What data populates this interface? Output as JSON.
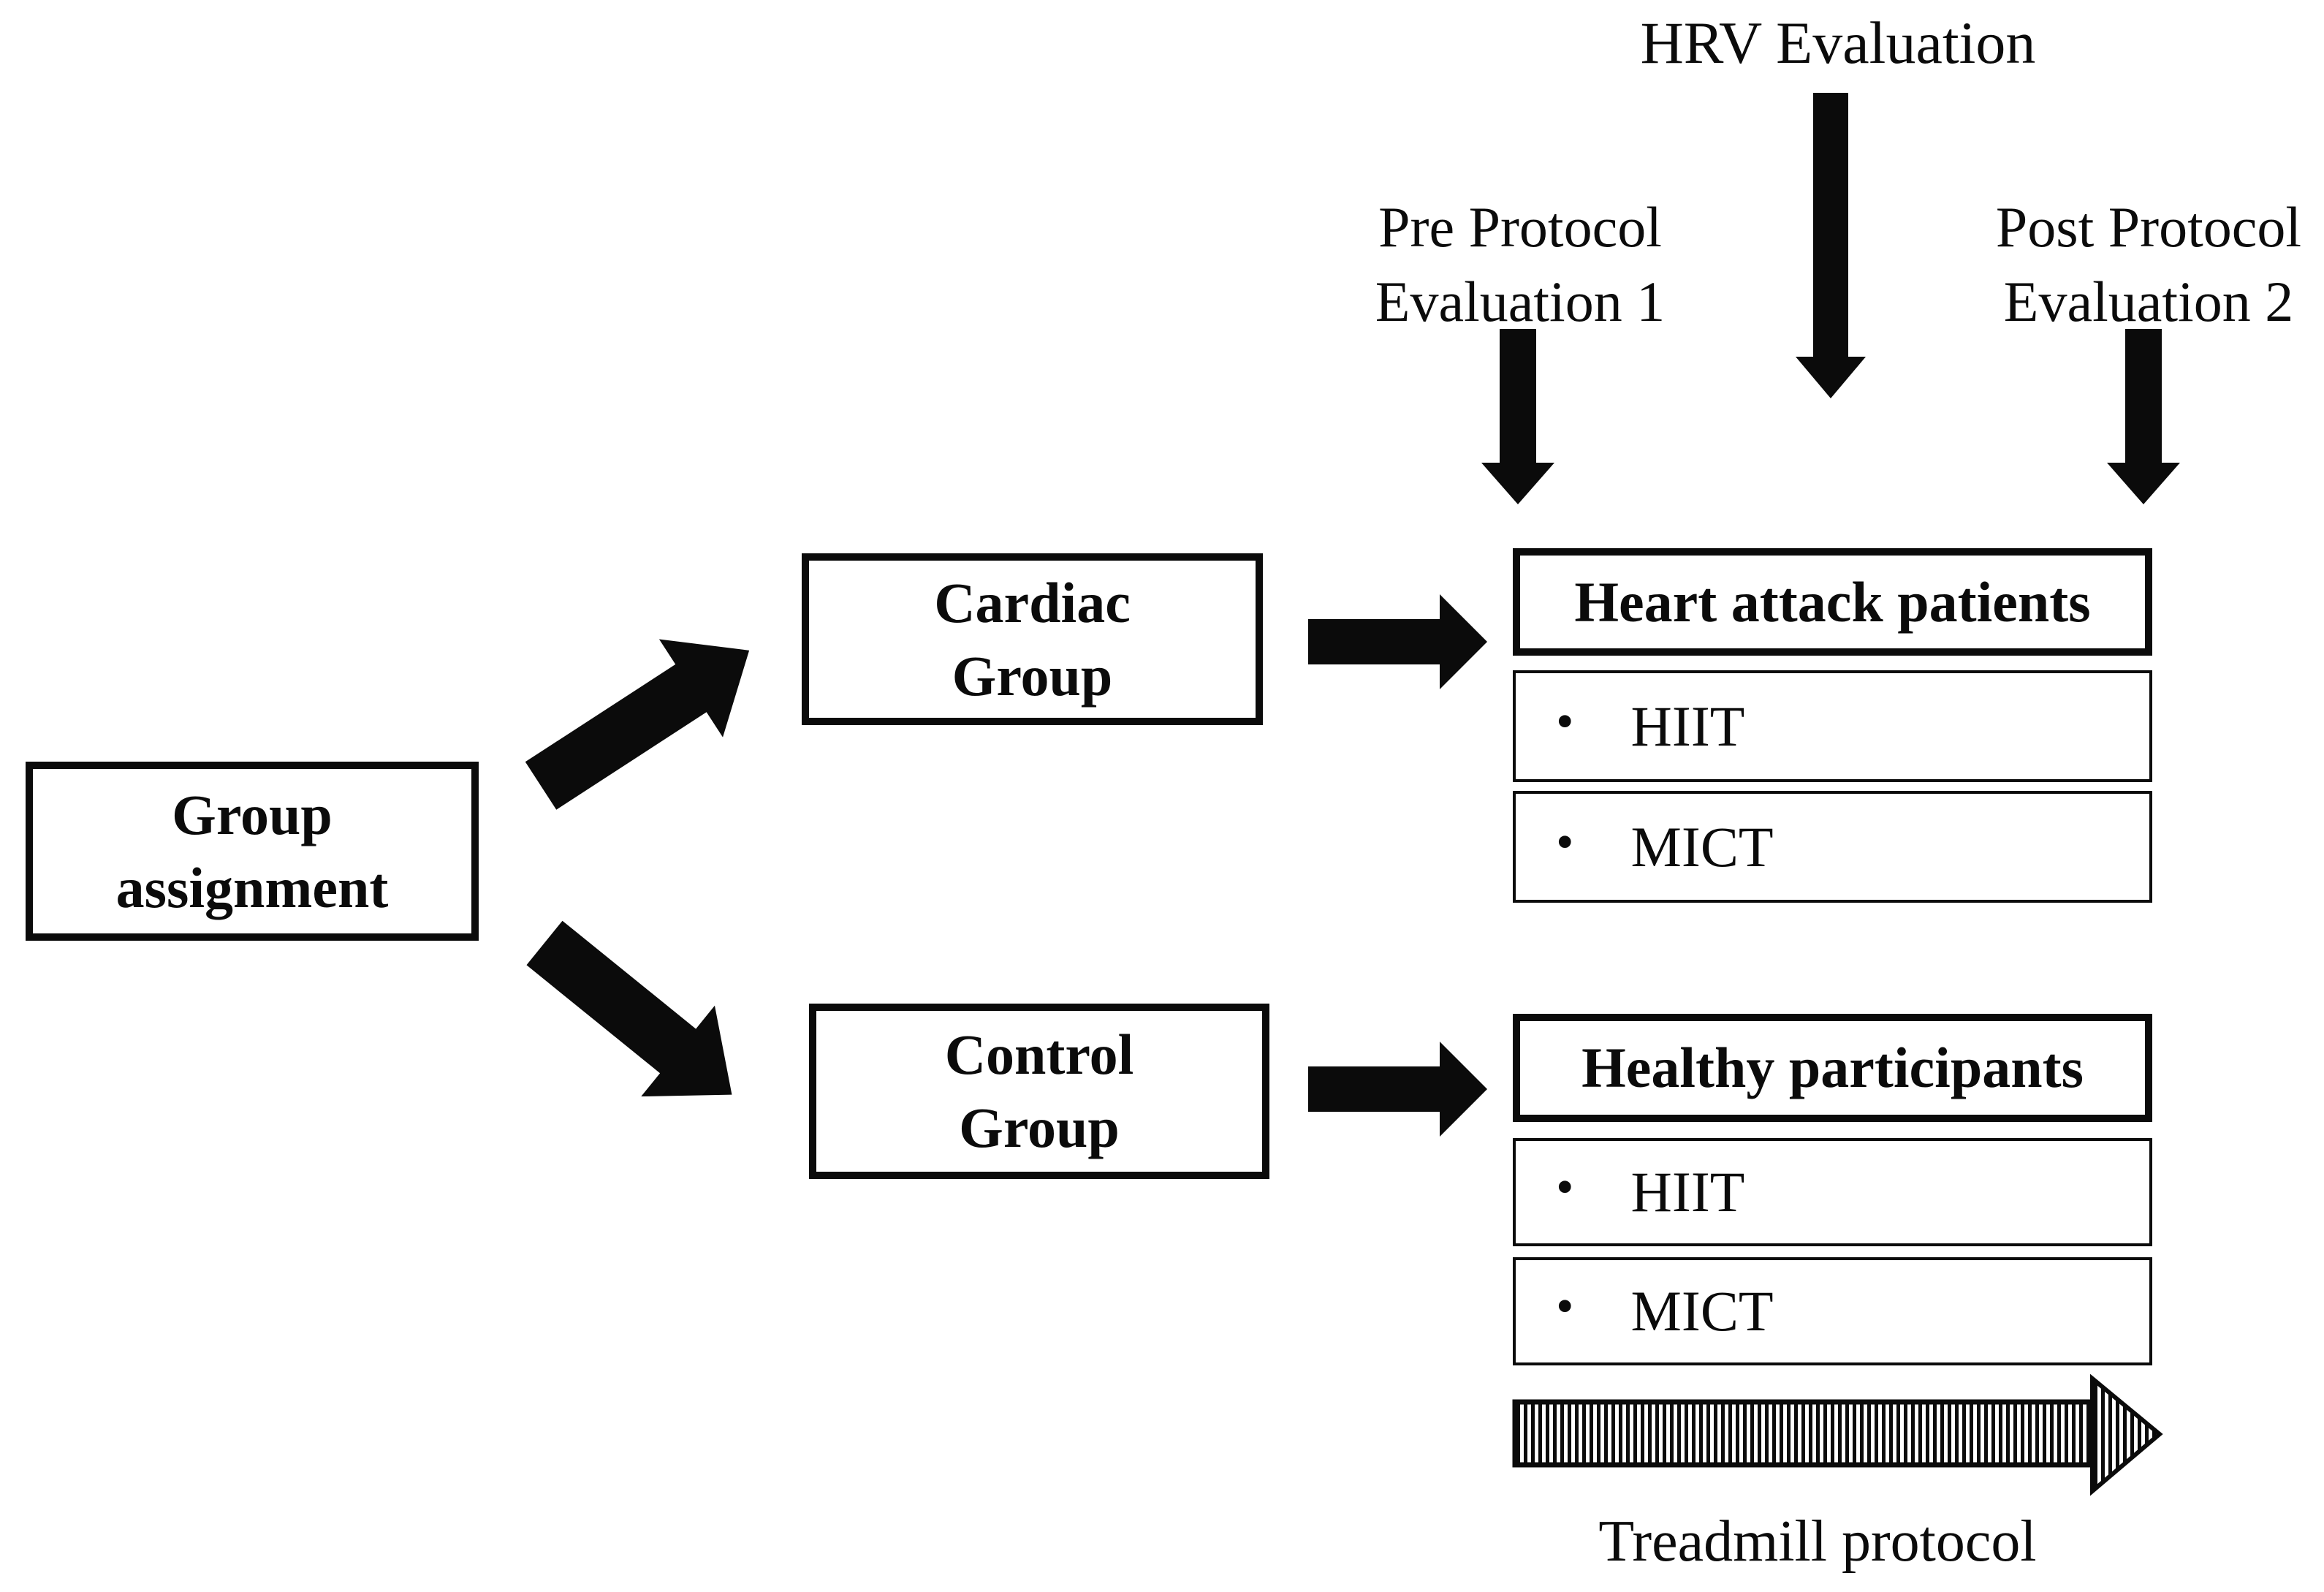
{
  "colors": {
    "ink": "#0b0b0b",
    "paper": "#ffffff"
  },
  "labels": {
    "hrv": "HRV Evaluation",
    "pre": {
      "line1": "Pre Protocol",
      "line2": "Evaluation 1"
    },
    "post": {
      "line1": "Post Protocol",
      "line2": "Evaluation 2"
    },
    "treadmill": "Treadmill protocol"
  },
  "boxes": {
    "group_assignment": {
      "line1": "Group",
      "line2": "assignment"
    },
    "cardiac": {
      "line1": "Cardiac",
      "line2": "Group"
    },
    "control": {
      "line1": "Control",
      "line2": "Group"
    }
  },
  "panels": {
    "cardiac": {
      "title": "Heart attack patients",
      "items": [
        {
          "bullet": "•",
          "label": "HIIT"
        },
        {
          "bullet": "•",
          "label": "MICT"
        }
      ]
    },
    "control": {
      "title": "Healthy participants",
      "items": [
        {
          "bullet": "•",
          "label": "HIIT"
        },
        {
          "bullet": "•",
          "label": "MICT"
        }
      ]
    }
  }
}
